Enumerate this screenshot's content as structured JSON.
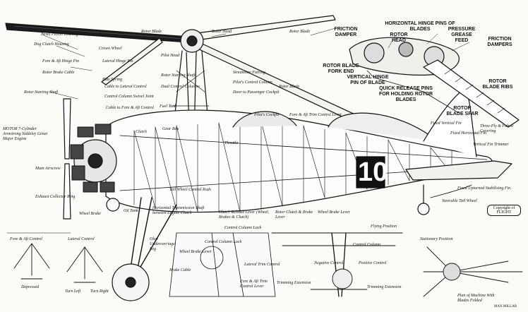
{
  "labels": {
    "bevel_pinion_housing": "Bevel Pinion Housing",
    "dog_clutch_housing": "Dog Clutch Housing",
    "crown_wheel": "Crown Wheel",
    "fore_aft_hinge_pin": "Fore & Aft Hinge Pin",
    "lateral_hinge_pin": "Lateral Hinge Pin",
    "rotor_brake_cable": "Rotor Brake Cable",
    "bias_spring": "Bias Spring",
    "cable_to_lateral_control": "Cable to Lateral Control",
    "control_column_swivel_joint": "Control Column Swivel Joint",
    "rotor_starting_shaft": "Rotor Starting Shaft",
    "cable_fore_aft_control": "Cable to Fore & Aft Control",
    "rotor_blade_left": "Rotor Blade",
    "rotor_head_left": "Rotor Head",
    "pilot_head": "Pilot Head",
    "rotor_blade_mid": "Rotor Blade",
    "rotor_starting_shaft2": "Rotor Starting Shaft",
    "dual_control_columns": "Dual Control Columns",
    "streamline_fairing": "Streamline Fairing",
    "pilots_control_column": "Pilot's Control Column",
    "door_to_passenger_cockpit": "Door to Passenger Cockpit",
    "fuel_tank": "Fuel Tank",
    "rotor_blade_upper": "Rotor Blade",
    "engine": "MOTOR 7-Cylinder Armstrong Siddeley Genet Major Engine",
    "clutch": "Clutch",
    "gear_box": "Gear Box",
    "pilots_cockpit": "Pilot's Cockpit",
    "fore_aft_trim_lever": "Fore & Aft Trim Control Lever",
    "throttle": "Throttle",
    "main_airscrew": "Main Airscrew",
    "exhaust_collector_ring": "Exhaust Collector Ring",
    "wheel_brake": "Wheel Brake",
    "oil_tank": "Oil Tank",
    "horizontal_transmission": "Horizontal Transmission Shaft between Engine Clutch",
    "tail_wheel_control_rods": "Tail Wheel Control Rods",
    "clutch_release_lever": "Clutch Release Lever (Wheel, Brakes & Clutch)",
    "rotor_clutch_brake_lever": "Rotor Clutch & Brake Lever",
    "wheel_brake_lever": "Wheel Brake Lever",
    "fixed_vertical_fin": "Fixed Vertical Fin",
    "fixed_horizontal_fin": "Fixed Horizontal Fin",
    "vertical_fin_trimmer": "Vertical Fin Trimmer",
    "steerable_tail_wheel": "Steerable Tail Wheel",
    "fixed_upturned_stabilising_fin": "Fixed Upturned Stabilising Fin",
    "copyright": "Copyright of FLIGHT",
    "rotor_blade_top": "Rotor Blade",
    "friction_damper": "FRICTION DAMPER",
    "horizontal_hinge_pins": "HORIZONTAL HINGE PINS OF BLADES",
    "pressure_grease_feed": "PRESSURE GREASE FEED",
    "rotor_head_detail": "ROTOR HEAD",
    "friction_dampers": "FRICTION DAMPERS",
    "rotor_blade_fork_end": "ROTOR BLADE FORK END",
    "vertical_hinge_pin": "VERTICAL HINGE PIN OF BLADE",
    "quick_release_pins": "QUICK RELEASE PINS FOR HOLDING ROTOR BLADES",
    "rotor_blade_rib": "ROTOR BLADE RIBS",
    "rotor_blade_spar": "ROTOR BLADE SPAR",
    "three_ply_covering": "Three-Ply & Fabric Covering",
    "fore_aft_control": "Fore & Aft Control",
    "lateral_control": "Lateral Control",
    "depressed": "Depressed",
    "turn_left": "Turn Left",
    "turn_right": "Turn Right",
    "olep_undercarriage_leg": "Oleo Undercarriage Leg",
    "wheel_brake_lever2": "Wheel Brake Lever",
    "brake_cable": "Brake Cable",
    "control_column_lock": "Control Column Lock",
    "control_column_lock2": "Control Column Lock",
    "lateral_trim_control": "Lateral Trim Control",
    "fore_aft_trim_lever2": "Fore & Aft Trim Control Lever",
    "flying_position": "Flying Position",
    "stationary_position": "Stationary Position",
    "control_column": "Control Column",
    "negative_control": "Negative Control",
    "positive_control": "Positive Control",
    "trimming_extension": "Trimming Extension",
    "trimming_extension2": "Trimming Extension",
    "plan_of_machine": "Plan of Machine With Blades Folded"
  },
  "fuselage_number": "10",
  "artist_signature": "MAX MILLAR"
}
